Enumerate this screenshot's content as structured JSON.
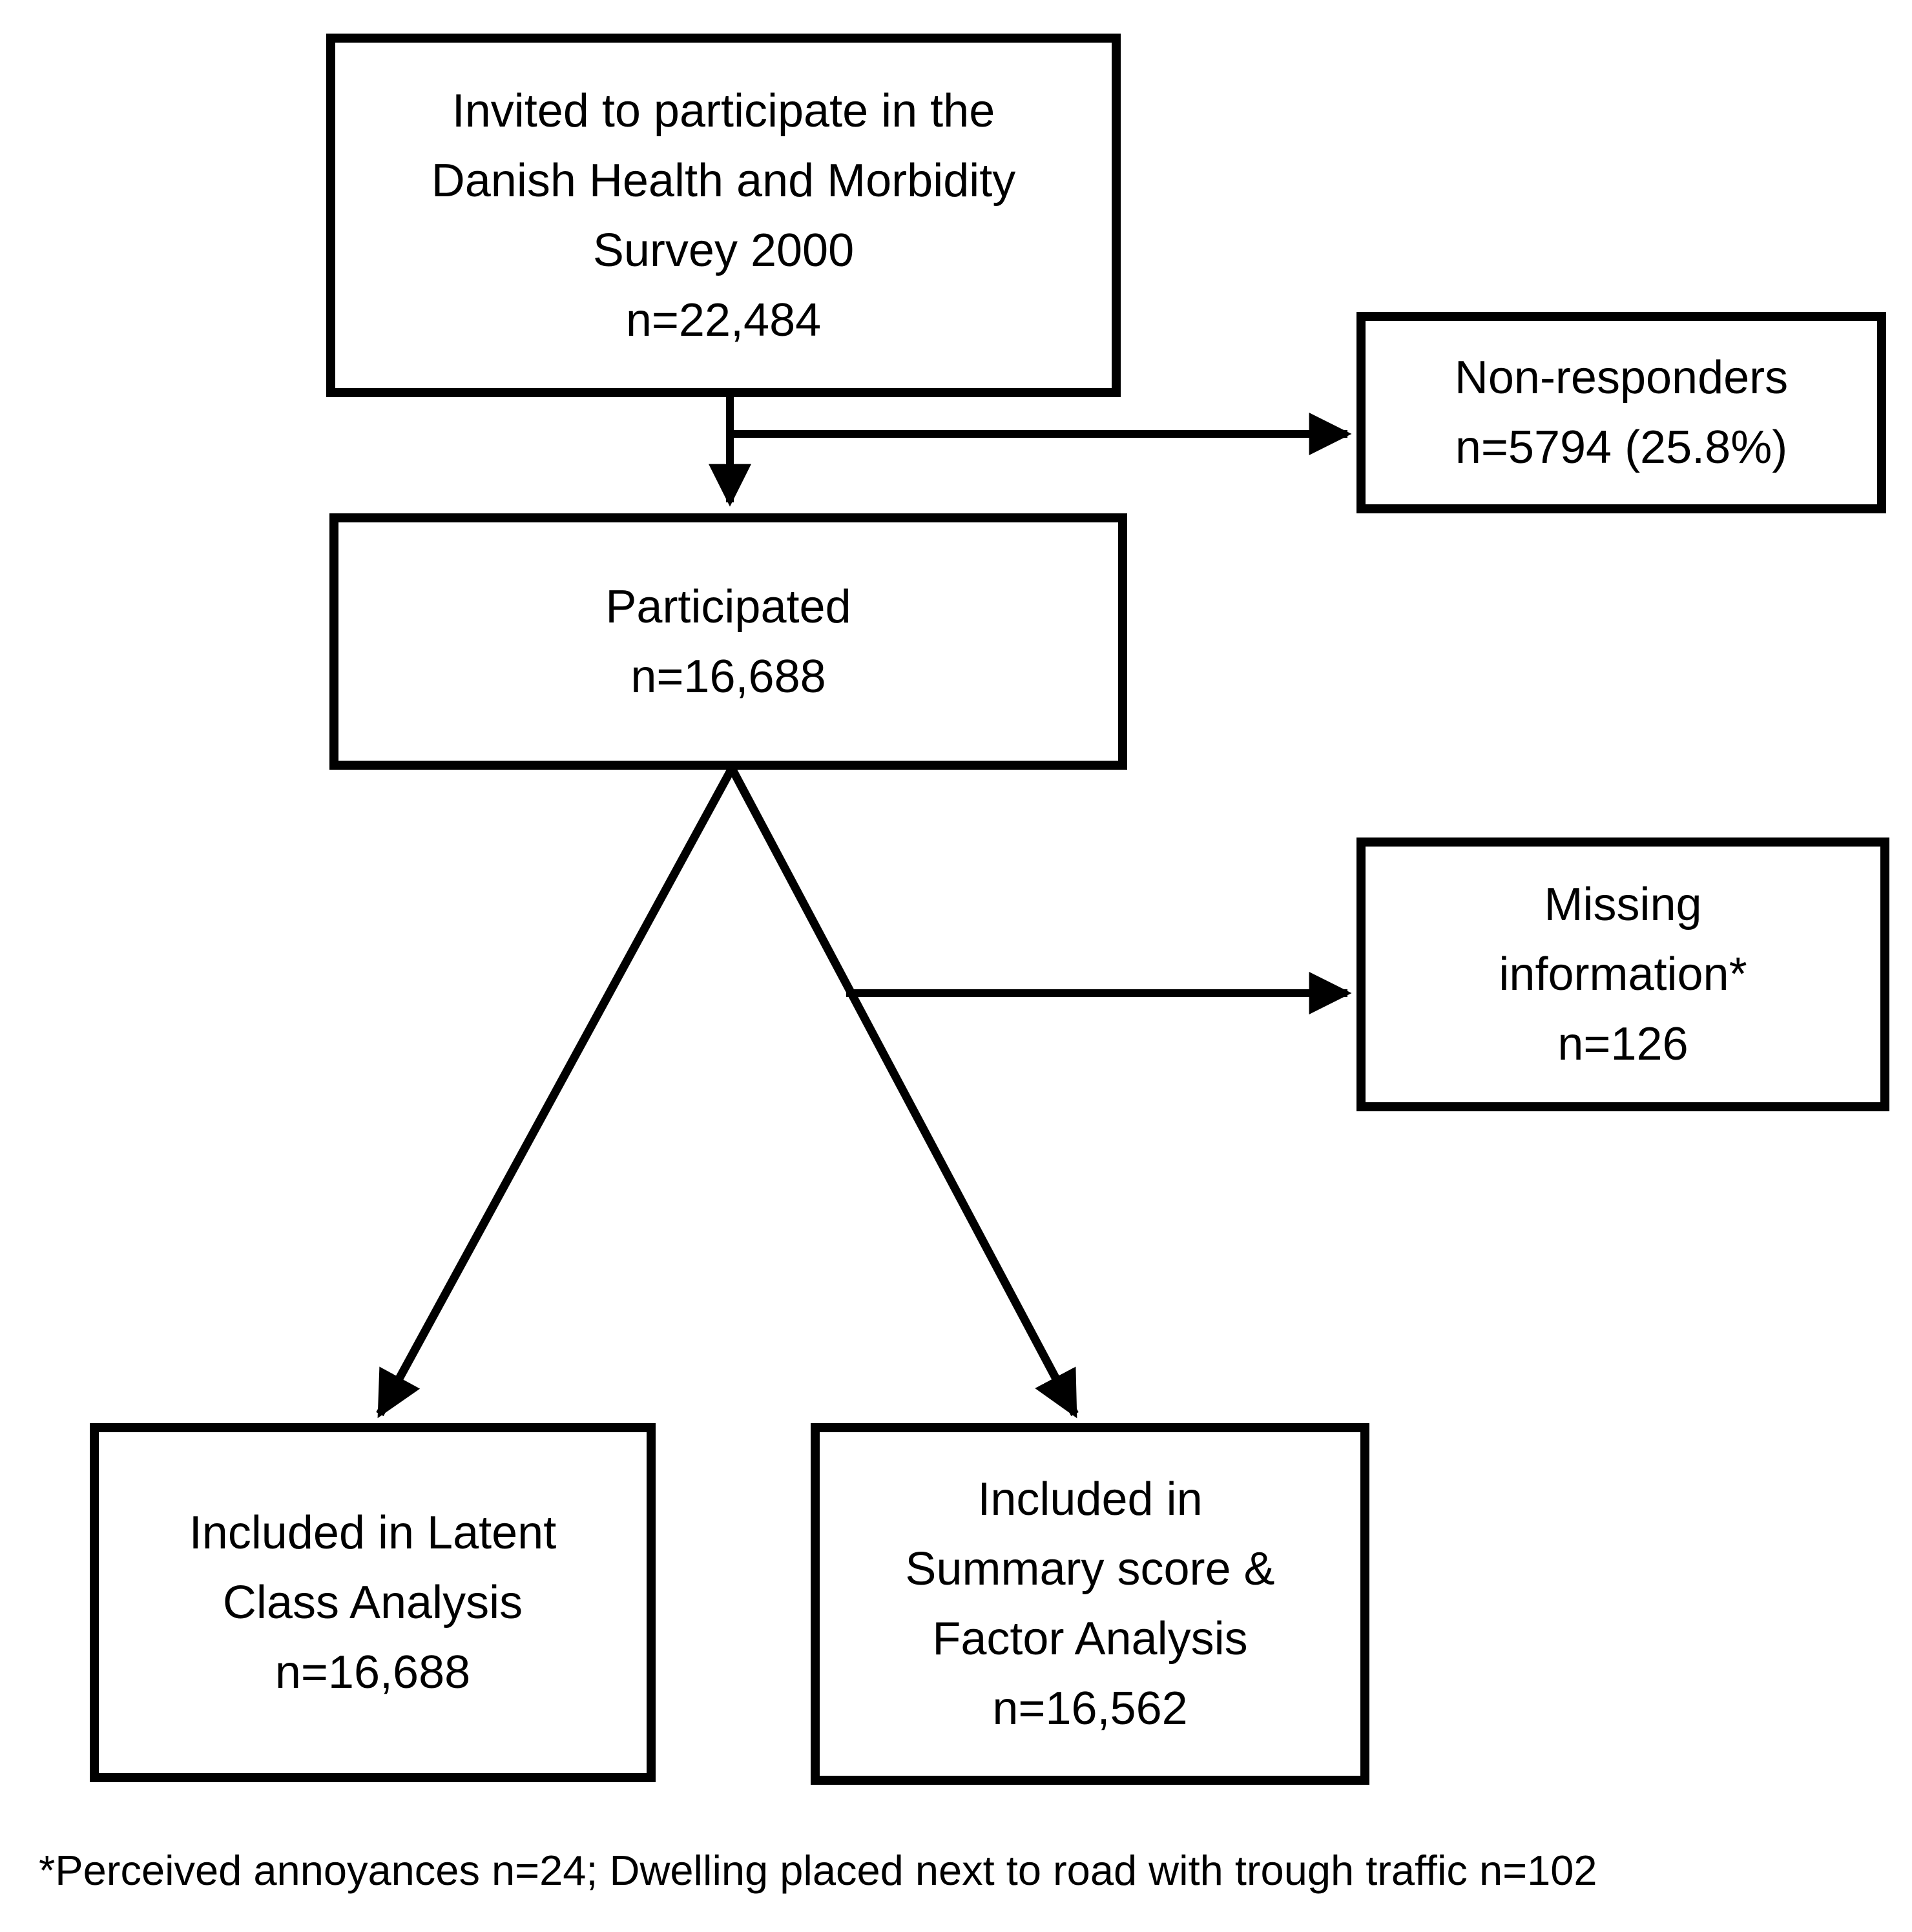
{
  "page": {
    "background_color": "#ffffff",
    "line_color": "#000000",
    "text_color": "#000000"
  },
  "flowchart": {
    "boxes": {
      "invited": {
        "lines": [
          "Invited to participate in the",
          "Danish Health and Morbidity",
          "Survey 2000",
          "n=22,484"
        ]
      },
      "non_responders": {
        "lines": [
          "Non-responders",
          "n=5794 (25.8%)"
        ]
      },
      "participated": {
        "lines": [
          "Participated",
          "n=16,688"
        ]
      },
      "missing_information": {
        "lines": [
          "Missing",
          "information*",
          "n=126"
        ]
      },
      "latent_class": {
        "lines": [
          "Included in Latent",
          "Class Analysis",
          "n=16,688"
        ]
      },
      "summary_factor": {
        "lines": [
          "Included in",
          "Summary score &",
          "Factor Analysis",
          "n=16,562"
        ]
      }
    },
    "footnote": "*Perceived annoyances n=24; Dwelling placed next to road with trough traffic n=102"
  }
}
